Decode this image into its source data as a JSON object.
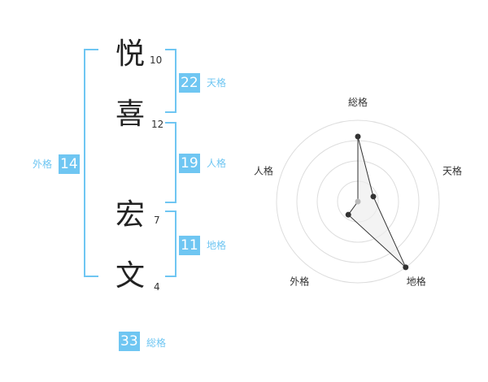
{
  "name": {
    "characters": [
      {
        "char": "悦",
        "strokes": "10"
      },
      {
        "char": "喜",
        "strokes": "12"
      },
      {
        "char": "宏",
        "strokes": "7"
      },
      {
        "char": "文",
        "strokes": "4"
      }
    ]
  },
  "kaku": {
    "tenkaku": {
      "value": "22",
      "label": "天格"
    },
    "jinkaku": {
      "value": "19",
      "label": "人格"
    },
    "chikaku": {
      "value": "11",
      "label": "地格"
    },
    "gaikaku": {
      "value": "14",
      "label": "外格"
    },
    "soukaku": {
      "value": "33",
      "label": "総格"
    }
  },
  "chart_data": {
    "type": "radar",
    "axes": [
      "総格",
      "天格",
      "地格",
      "外格",
      "人格"
    ],
    "values": [
      4,
      1,
      5,
      1,
      0
    ],
    "rmax": 5,
    "rings": 4,
    "grid": true,
    "colors": {
      "ring": "#dddddd",
      "fill": "#eeeeee",
      "line": "#333333",
      "point": "#333333",
      "center": "#bbbbbb"
    }
  },
  "colors": {
    "accent": "#6fc6f2"
  }
}
